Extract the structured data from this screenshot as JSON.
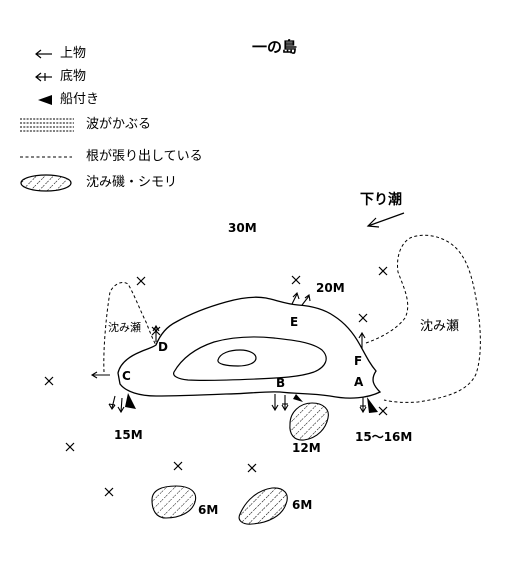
{
  "title": "一の島",
  "legend": {
    "items": [
      {
        "icon": "arrow-left-icon",
        "label": "上物"
      },
      {
        "icon": "double-arrow-left-icon",
        "label": "底物"
      },
      {
        "icon": "black-wedge-icon",
        "label": "船付き"
      },
      {
        "icon": "dashed-hatch-icon",
        "label": "波がかぶる"
      },
      {
        "icon": "dashed-line-icon",
        "label": "根が張り出している"
      },
      {
        "icon": "hatched-ellipse-icon",
        "label": "沈み磯・シモリ"
      }
    ]
  },
  "current": {
    "label": "下り潮",
    "icon": "current-arrow-icon"
  },
  "depths": {
    "d30": "30M",
    "d20": "20M",
    "d15": "15M",
    "d12": "12M",
    "d15_16": "15～16M",
    "d6a": "6M",
    "d6b": "6M"
  },
  "areas": {
    "left_shoal": "沈み瀬",
    "right_shoal": "沈み瀬"
  },
  "points": {
    "A": "A",
    "B": "B",
    "C": "C",
    "D": "D",
    "E": "E",
    "F": "F"
  },
  "marker_icon": "cross-mark-icon",
  "colors": {
    "ink": "#000000",
    "background": "#ffffff"
  }
}
